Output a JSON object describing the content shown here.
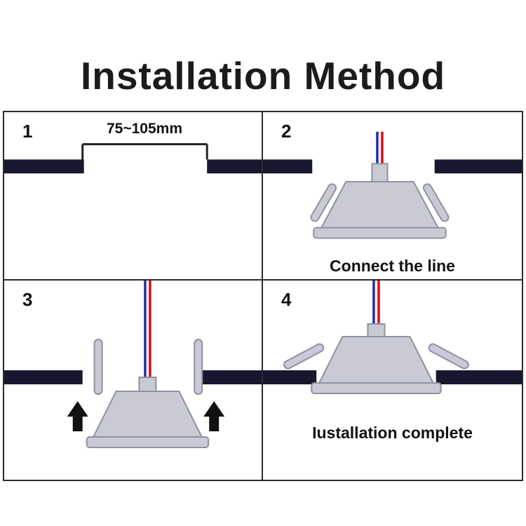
{
  "title": "Installation Method",
  "steps": [
    {
      "number": "1",
      "dimension": "75~105mm"
    },
    {
      "number": "2",
      "caption": "Connect the line"
    },
    {
      "number": "3"
    },
    {
      "number": "4",
      "caption": "Iustallation complete"
    }
  ],
  "colors": {
    "ceiling": "#17182f",
    "lamp_fill": "#c9cad4",
    "lamp_stroke": "#8e919f",
    "wire_red": "#e30617",
    "wire_blue": "#1f2fa6",
    "line": "#222222"
  }
}
